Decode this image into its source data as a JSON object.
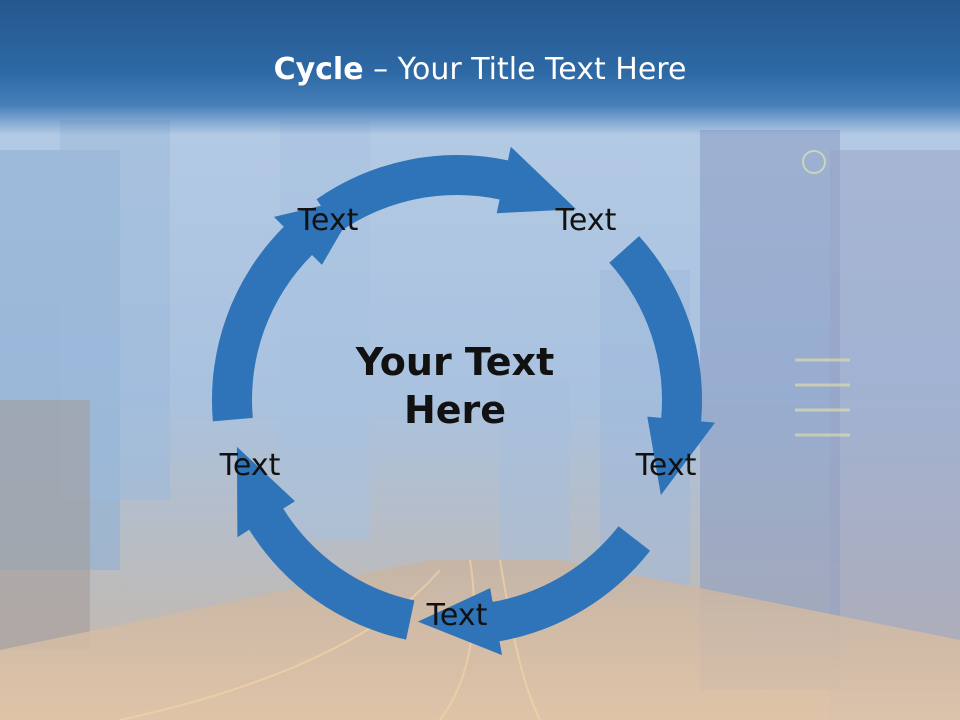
{
  "slide": {
    "title_bold": "Cycle",
    "title_rest": " – Your Title Text Here",
    "center_text_line1": "Your Text",
    "center_text_line2": "Here",
    "nodes": [
      "Text",
      "Text",
      "Text",
      "Text",
      "Text"
    ]
  },
  "colors": {
    "title_bar": "#2e6aa6",
    "arrow_fill": "#2f74b8",
    "text": "#111111",
    "title_text": "#ffffff"
  },
  "icons": {
    "background": "city-night-photo"
  }
}
